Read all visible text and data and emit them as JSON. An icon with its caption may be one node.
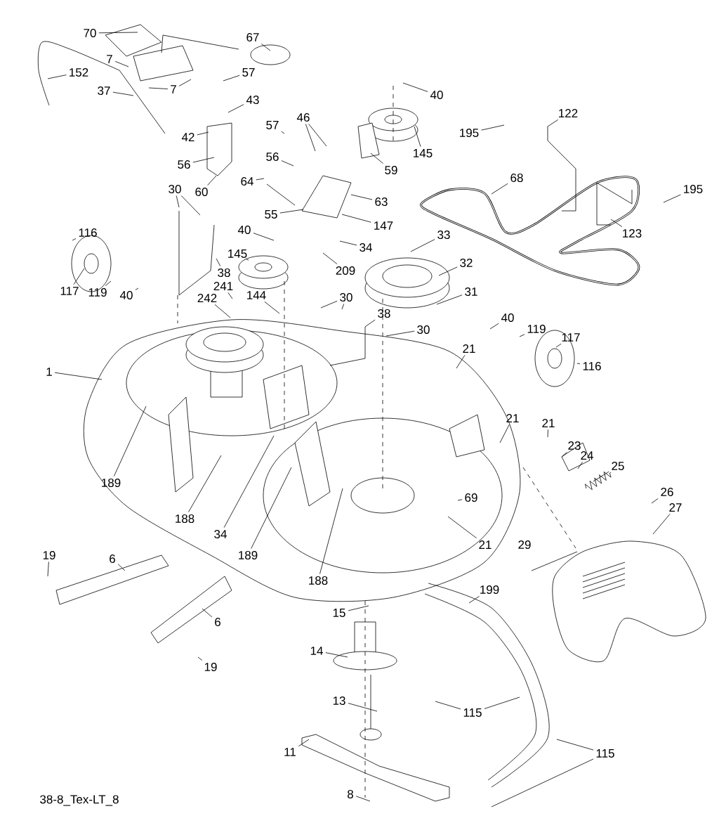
{
  "diagram": {
    "nodes": [
      {
        "text": [
          "70"
        ]
      },
      {
        "text": [
          "7"
        ]
      },
      {
        "text": [
          "152"
        ]
      },
      {
        "text": [
          "37"
        ]
      },
      {
        "text": [
          "7"
        ]
      },
      {
        "text": [
          "67"
        ]
      },
      {
        "text": [
          "57"
        ]
      },
      {
        "text": [
          "43"
        ]
      },
      {
        "text": [
          "42"
        ]
      },
      {
        "text": [
          "56"
        ]
      },
      {
        "text": [
          "60"
        ]
      },
      {
        "text": [
          "57"
        ]
      },
      {
        "text": [
          "46"
        ]
      },
      {
        "text": [
          "56"
        ]
      },
      {
        "text": [
          "64"
        ]
      },
      {
        "text": [
          "55"
        ]
      },
      {
        "text": [
          "30"
        ]
      },
      {
        "text": [
          "116"
        ]
      },
      {
        "text": [
          "117"
        ]
      },
      {
        "text": [
          "119"
        ]
      },
      {
        "text": [
          "40"
        ]
      },
      {
        "text": [
          "40"
        ]
      },
      {
        "text": [
          "145"
        ]
      },
      {
        "text": [
          "38"
        ]
      },
      {
        "text": [
          "241"
        ]
      },
      {
        "text": [
          "242"
        ]
      },
      {
        "text": [
          "144"
        ]
      },
      {
        "text": [
          "209"
        ]
      },
      {
        "text": [
          "30"
        ]
      },
      {
        "text": [
          "40"
        ]
      },
      {
        "text": [
          "145"
        ]
      },
      {
        "text": [
          "59"
        ]
      },
      {
        "text": [
          "63"
        ]
      },
      {
        "text": [
          "147"
        ]
      },
      {
        "text": [
          "34"
        ]
      },
      {
        "text": [
          "33"
        ]
      },
      {
        "text": [
          "32"
        ]
      },
      {
        "text": [
          "31"
        ]
      },
      {
        "text": [
          "38"
        ]
      },
      {
        "text": [
          "30"
        ]
      },
      {
        "text": [
          "122"
        ]
      },
      {
        "text": [
          "195"
        ]
      },
      {
        "text": [
          "68"
        ]
      },
      {
        "text": [
          "195"
        ]
      },
      {
        "text": [
          "123"
        ]
      },
      {
        "text": [
          "40"
        ]
      },
      {
        "text": [
          "119"
        ]
      },
      {
        "text": [
          "117"
        ]
      },
      {
        "text": [
          "116"
        ]
      },
      {
        "text": [
          "1"
        ]
      },
      {
        "text": [
          "21"
        ]
      },
      {
        "text": [
          "21"
        ]
      },
      {
        "text": [
          "21"
        ]
      },
      {
        "text": [
          "23"
        ]
      },
      {
        "text": [
          "24"
        ]
      },
      {
        "text": [
          "25"
        ]
      },
      {
        "text": [
          "26"
        ]
      },
      {
        "text": [
          "69"
        ]
      },
      {
        "text": [
          "21"
        ]
      },
      {
        "text": [
          "189"
        ]
      },
      {
        "text": [
          "188"
        ]
      },
      {
        "text": [
          "34"
        ]
      },
      {
        "text": [
          "189"
        ]
      },
      {
        "text": [
          "188"
        ]
      },
      {
        "text": [
          "27"
        ]
      },
      {
        "text": [
          "19"
        ]
      },
      {
        "text": [
          "6"
        ]
      },
      {
        "text": [
          "6"
        ]
      },
      {
        "text": [
          "19"
        ]
      },
      {
        "text": [
          "15"
        ]
      },
      {
        "text": [
          "14"
        ]
      },
      {
        "text": [
          "13"
        ]
      },
      {
        "text": [
          "11"
        ]
      },
      {
        "text": [
          "8"
        ]
      },
      {
        "text": [
          "199"
        ]
      },
      {
        "text": [
          "115"
        ]
      },
      {
        "text": [
          "115"
        ]
      }
    ],
    "edges": [
      {
        "from": 0,
        "to": null,
        "arrow": "none"
      },
      {
        "from": 1,
        "to": null,
        "arrow": "none"
      },
      {
        "from": 2,
        "to": null,
        "arrow": "none"
      },
      {
        "from": 3,
        "to": null,
        "arrow": "none"
      },
      {
        "from": 4,
        "to": null,
        "arrow": "none"
      },
      {
        "from": 4,
        "to": null,
        "arrow": "none"
      },
      {
        "from": 5,
        "to": null,
        "arrow": "none"
      },
      {
        "from": 6,
        "to": null,
        "arrow": "none"
      },
      {
        "from": 7,
        "to": null,
        "arrow": "none"
      },
      {
        "from": 8,
        "to": null,
        "arrow": "none"
      },
      {
        "from": 9,
        "to": null,
        "arrow": "none"
      },
      {
        "from": 10,
        "to": null,
        "arrow": "none"
      },
      {
        "from": 11,
        "to": null,
        "arrow": "none"
      },
      {
        "from": 12,
        "to": null,
        "arrow": "none"
      },
      {
        "from": 12,
        "to": null,
        "arrow": "none"
      },
      {
        "from": 13,
        "to": null,
        "arrow": "none"
      },
      {
        "from": 14,
        "to": null,
        "arrow": "none"
      },
      {
        "from": 15,
        "to": null,
        "arrow": "none"
      },
      {
        "from": 16,
        "to": null,
        "arrow": "none"
      },
      {
        "from": 16,
        "to": null,
        "arrow": "none"
      },
      {
        "from": 17,
        "to": null,
        "arrow": "none"
      },
      {
        "from": 18,
        "to": null,
        "arrow": "none"
      },
      {
        "from": 19,
        "to": null,
        "arrow": "none"
      },
      {
        "from": 20,
        "to": null,
        "arrow": "none"
      },
      {
        "from": 21,
        "to": null,
        "arrow": "none"
      },
      {
        "from": 22,
        "to": null,
        "arrow": "none"
      },
      {
        "from": 23,
        "to": null,
        "arrow": "none"
      },
      {
        "from": 24,
        "to": null,
        "arrow": "none"
      },
      {
        "from": 25,
        "to": null,
        "arrow": "none"
      },
      {
        "from": 26,
        "to": null,
        "arrow": "none"
      },
      {
        "from": 27,
        "to": null,
        "arrow": "none"
      },
      {
        "from": 28,
        "to": null,
        "arrow": "none"
      },
      {
        "from": 28,
        "to": null,
        "arrow": "none"
      },
      {
        "from": 29,
        "to": null,
        "arrow": "none"
      },
      {
        "from": 30,
        "to": null,
        "arrow": "none"
      },
      {
        "from": 31,
        "to": null,
        "arrow": "none"
      },
      {
        "from": 32,
        "to": null,
        "arrow": "none"
      },
      {
        "from": 33,
        "to": null,
        "arrow": "none"
      },
      {
        "from": 34,
        "to": null,
        "arrow": "none"
      },
      {
        "from": 35,
        "to": null,
        "arrow": "none"
      },
      {
        "from": 36,
        "to": null,
        "arrow": "none"
      },
      {
        "from": 37,
        "to": null,
        "arrow": "none"
      },
      {
        "from": 38,
        "to": null,
        "arrow": "none"
      },
      {
        "from": 39,
        "to": null,
        "arrow": "none"
      },
      {
        "from": 40,
        "to": null,
        "arrow": "none"
      },
      {
        "from": 41,
        "to": null,
        "arrow": "none"
      },
      {
        "from": 42,
        "to": null,
        "arrow": "none"
      },
      {
        "from": 43,
        "to": null,
        "arrow": "none"
      },
      {
        "from": 44,
        "to": null,
        "arrow": "none"
      },
      {
        "from": 45,
        "to": null,
        "arrow": "none"
      },
      {
        "from": 46,
        "to": null,
        "arrow": "none"
      },
      {
        "from": 47,
        "to": null,
        "arrow": "none"
      },
      {
        "from": 48,
        "to": null,
        "arrow": "none"
      },
      {
        "from": 49,
        "to": null,
        "arrow": "none"
      },
      {
        "from": 50,
        "to": null,
        "arrow": "none"
      },
      {
        "from": 51,
        "to": null,
        "arrow": "none"
      },
      {
        "from": 52,
        "to": null,
        "arrow": "none"
      },
      {
        "from": 53,
        "to": null,
        "arrow": "none"
      },
      {
        "from": 54,
        "to": null,
        "arrow": "none"
      },
      {
        "from": 55,
        "to": null,
        "arrow": "none"
      },
      {
        "from": 56,
        "to": null,
        "arrow": "none"
      },
      {
        "from": 57,
        "to": null,
        "arrow": "none"
      },
      {
        "from": 58,
        "to": null,
        "arrow": "none"
      },
      {
        "from": 59,
        "to": null,
        "arrow": "none"
      },
      {
        "from": 60,
        "to": null,
        "arrow": "none"
      },
      {
        "from": 61,
        "to": null,
        "arrow": "none"
      },
      {
        "from": 62,
        "to": null,
        "arrow": "none"
      },
      {
        "from": 63,
        "to": null,
        "arrow": "none"
      },
      {
        "from": 64,
        "to": null,
        "arrow": "none"
      },
      {
        "from": 65,
        "to": null,
        "arrow": "none"
      },
      {
        "from": 66,
        "to": null,
        "arrow": "none"
      },
      {
        "from": 67,
        "to": null,
        "arrow": "none"
      },
      {
        "from": 68,
        "to": null,
        "arrow": "none"
      },
      {
        "from": 69,
        "to": null,
        "arrow": "none"
      },
      {
        "from": 70,
        "to": null,
        "arrow": "none"
      },
      {
        "from": 71,
        "to": null,
        "arrow": "none"
      },
      {
        "from": 72,
        "to": null,
        "arrow": "none"
      },
      {
        "from": 73,
        "to": null,
        "arrow": "none"
      },
      {
        "from": 74,
        "to": null,
        "arrow": "none"
      },
      {
        "from": 75,
        "to": null,
        "arrow": "none"
      },
      {
        "from": 75,
        "to": null,
        "arrow": "none"
      },
      {
        "from": 76,
        "to": null,
        "arrow": "none"
      },
      {
        "from": 76,
        "to": null,
        "arrow": "none"
      }
    ],
    "labels": [
      "29",
      "38-8_Tex-LT_8"
    ]
  }
}
